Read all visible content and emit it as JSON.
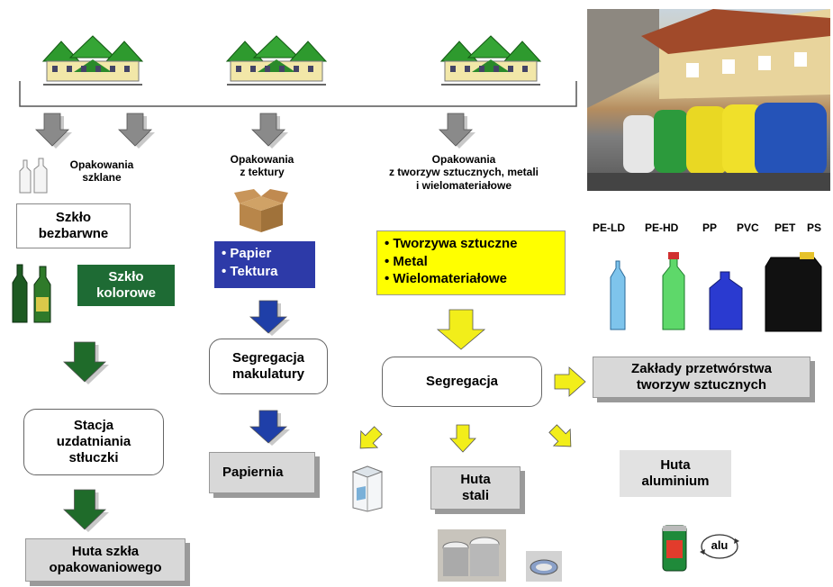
{
  "labels": {
    "glass_packaging": "Opakowania\nszklane",
    "cardboard_packaging": "Opakowania\nz tektury",
    "mixed_packaging": "Opakowania\nz tworzyw sztucznych, metali\ni wielomateriałowe"
  },
  "boxes": {
    "clear_glass": "Szkło\nbezbarwne",
    "colored_glass": "Szkło\nkolorowe",
    "paper_list": [
      "Papier",
      "Tektura"
    ],
    "plastic_list": [
      "Tworzywa sztuczne",
      "Metal",
      "Wielomateriałowe"
    ],
    "paper_segregation": "Segregacja\nmakulatury",
    "segregation": "Segregacja",
    "plastics_plant": "Zakłady przetwórstwa\ntworzyw sztucznych",
    "cullet_station": "Stacja\nuzdatniania\nstłuczki",
    "paper_mill": "Papiernia",
    "steel_mill": "Huta\nstali",
    "aluminium_smelter": "Huta\naluminium",
    "glass_smelter": "Huta szkła\nopakowaniowego"
  },
  "plastics": [
    "PE-LD",
    "PE-HD",
    "PP",
    "PVC",
    "PET",
    "PS"
  ],
  "alu_symbol": "alu",
  "colors": {
    "gray_arrow": "#8a8a8a",
    "green_arrow": "#1f6b2a",
    "blue_arrow": "#1f3fa8",
    "yellow_arrow": "#f2ee1a",
    "yellow_box": "#ffff00",
    "blue_box": "#2d3aa8",
    "green_box": "#1e6b34"
  }
}
